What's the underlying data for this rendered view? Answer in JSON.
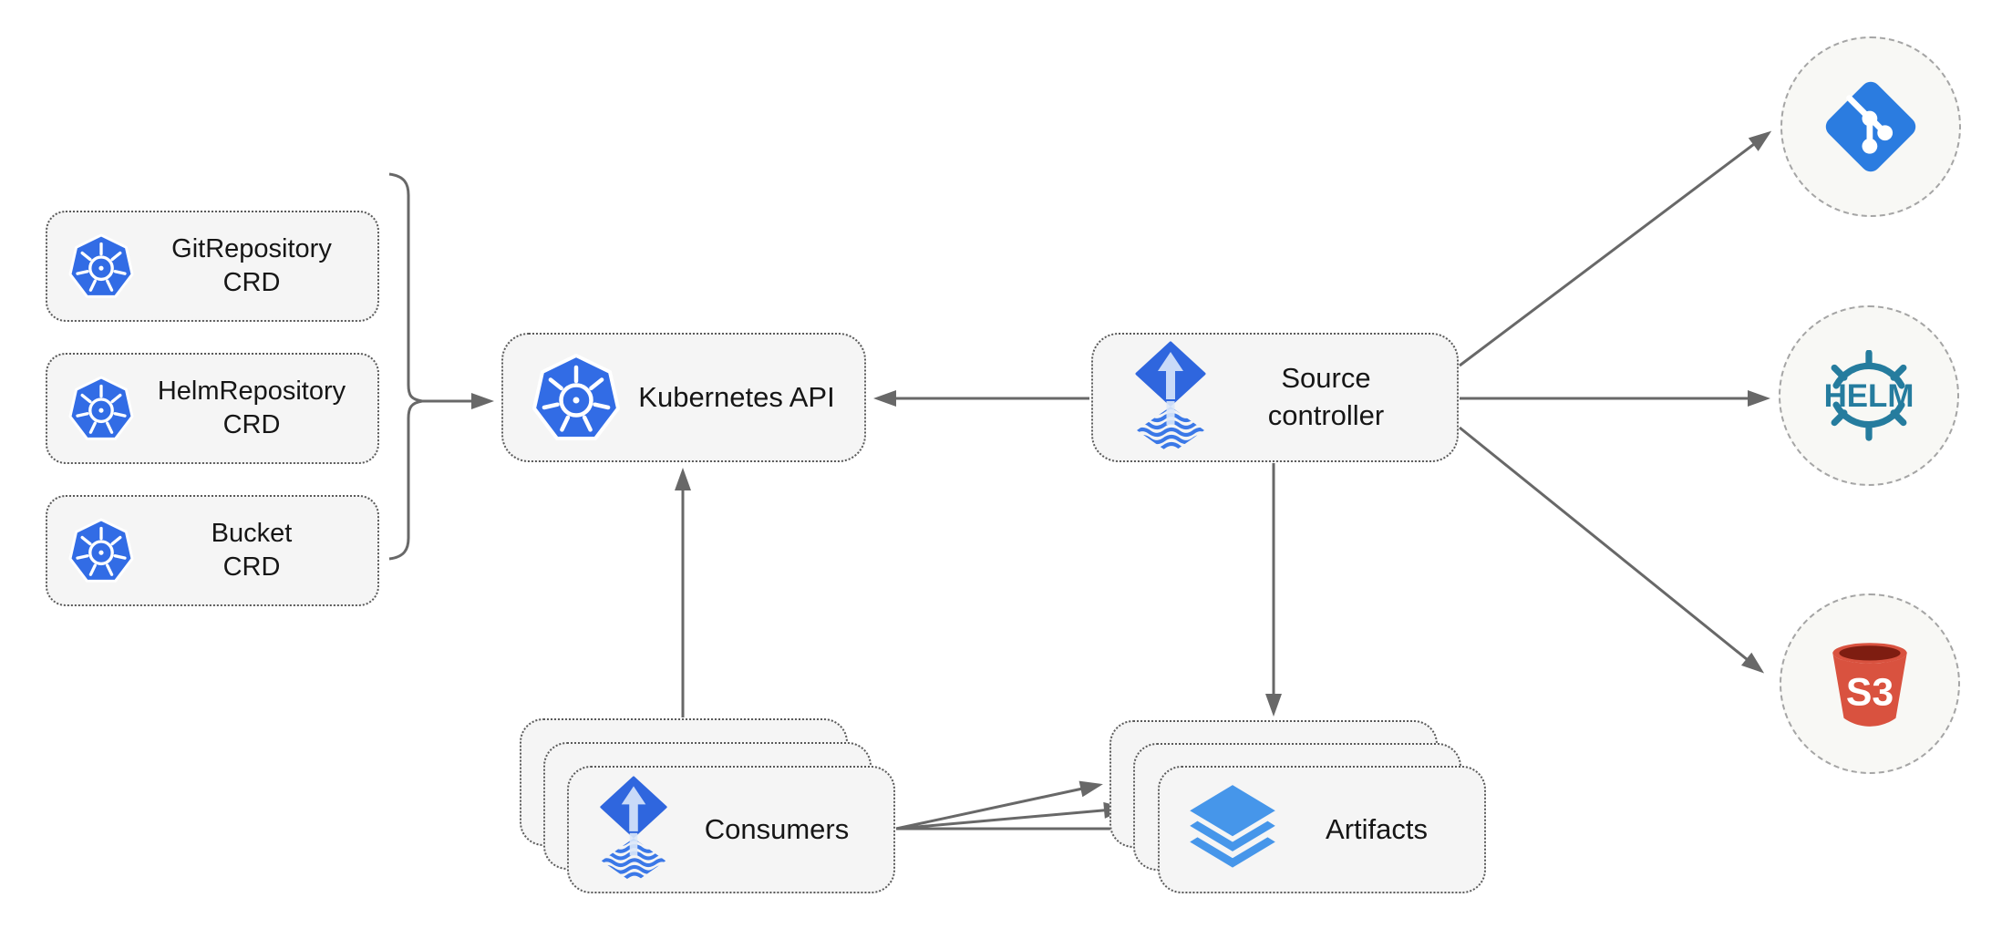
{
  "colors": {
    "kubernetes_blue": "#326CE5",
    "flux_blue": "#2F66DE",
    "flux_wave_blue": "#3B78E7",
    "flux_arrow_light": "#C9DAF8",
    "layers_blue": "#4696EA",
    "git_blue": "#2B7CE0",
    "helm_teal": "#257C9E",
    "s3_red": "#D9523F",
    "s3_dark_red": "#7E1D11",
    "box_fill": "#F5F5F5",
    "connector_gray": "#686868"
  },
  "nodes": {
    "crds": [
      {
        "lines": [
          "GitRepository",
          "CRD"
        ]
      },
      {
        "lines": [
          "HelmRepository",
          "CRD"
        ]
      },
      {
        "lines": [
          "Bucket",
          "CRD"
        ]
      }
    ],
    "kubernetes_api": {
      "label": "Kubernetes API"
    },
    "source_controller": {
      "lines": [
        "Source",
        "controller"
      ]
    },
    "consumers": {
      "label": "Consumers"
    },
    "artifacts": {
      "label": "Artifacts"
    },
    "externals": {
      "helm_text": "HELM",
      "s3_text": "S3"
    }
  }
}
